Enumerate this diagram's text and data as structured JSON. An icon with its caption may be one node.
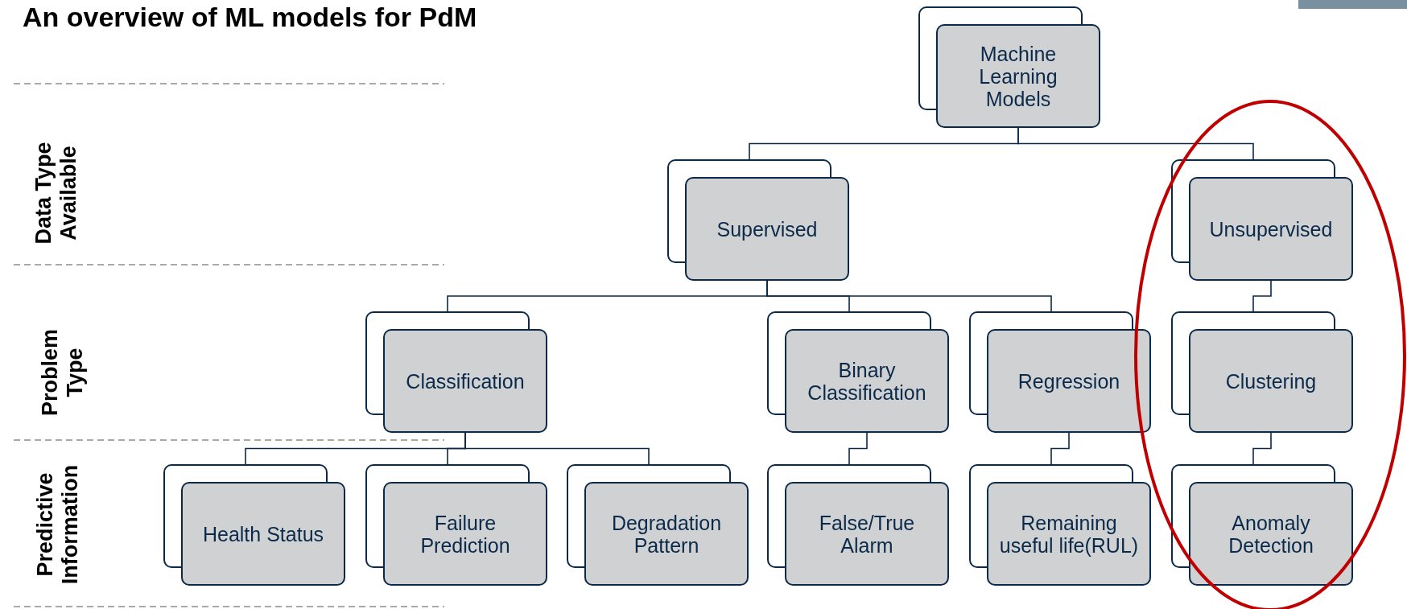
{
  "diagram": {
    "title": "An overview of ML models for PdM",
    "nodes": [
      {
        "text": [
          "Machine Learning Models"
        ]
      },
      {
        "text": [
          "Supervised"
        ]
      },
      {
        "text": [
          "Unsupervised"
        ]
      },
      {
        "text": [
          "Classification"
        ]
      },
      {
        "text": [
          "Binary Classification"
        ]
      },
      {
        "text": [
          "Regression"
        ]
      },
      {
        "text": [
          "Clustering"
        ]
      },
      {
        "text": [
          "Health Status"
        ]
      },
      {
        "text": [
          "Failure Prediction"
        ]
      },
      {
        "text": [
          "Degradation Pattern"
        ]
      },
      {
        "text": [
          "False/True Alarm"
        ]
      },
      {
        "text": [
          "Remaining useful life(RUL)"
        ]
      },
      {
        "text": [
          "Anomaly Detection"
        ]
      }
    ],
    "edges": [
      {
        "from": 0,
        "to": 1,
        "arrow": "none"
      },
      {
        "from": 0,
        "to": 2,
        "arrow": "none"
      },
      {
        "from": 1,
        "to": 3,
        "arrow": "none"
      },
      {
        "from": 1,
        "to": 4,
        "arrow": "none"
      },
      {
        "from": 1,
        "to": 5,
        "arrow": "none"
      },
      {
        "from": 2,
        "to": 6,
        "arrow": "none"
      },
      {
        "from": 3,
        "to": 7,
        "arrow": "none"
      },
      {
        "from": 3,
        "to": 8,
        "arrow": "none"
      },
      {
        "from": 3,
        "to": 9,
        "arrow": "none"
      },
      {
        "from": 4,
        "to": 10,
        "arrow": "none"
      },
      {
        "from": 5,
        "to": 11,
        "arrow": "none"
      },
      {
        "from": 6,
        "to": 12,
        "arrow": "none"
      }
    ],
    "labels": [
      "Data Type Available",
      "Problem Type",
      "Predictive Information"
    ]
  }
}
